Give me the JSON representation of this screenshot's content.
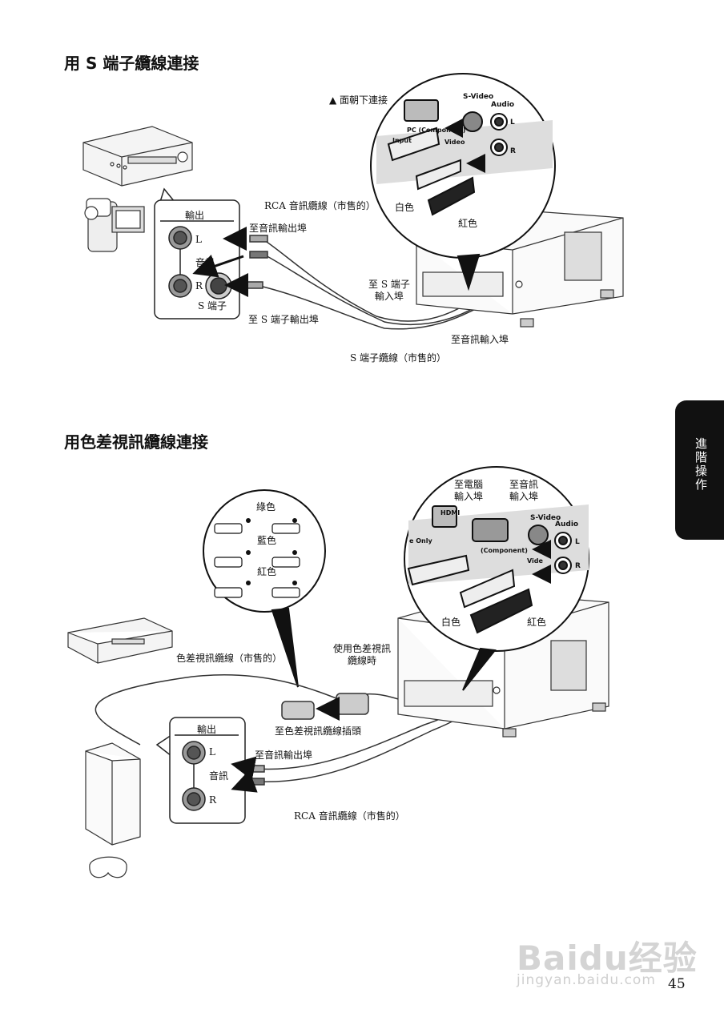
{
  "section1": {
    "title": "用 S 端子纜線連接",
    "face_down": "▲ 面朝下連接",
    "white": "白色",
    "red": "紅色",
    "rca_cable": "RCA 音訊纜線（市售的）",
    "to_audio_out": "至音訊輸出埠",
    "panel_output": "輸出",
    "panel_L": "L",
    "panel_audio": "音訊",
    "panel_R": "R",
    "panel_s": "S 端子",
    "to_s_in": "至 S 端子\n輸入埠",
    "to_s_out": "至 S 端子輸出埠",
    "to_audio_in": "至音訊輸入埠",
    "s_cable": "S 端子纜線（市售的）",
    "jack_svideo": "S-Video",
    "jack_audio": "Audio",
    "jack_component": "PC (Component)",
    "jack_input": "Input",
    "jack_video": "Video",
    "jack_L": "L",
    "jack_R": "R"
  },
  "section2": {
    "title": "用色差視訊纜線連接",
    "to_pc_in": "至電腦\n輸入埠",
    "to_audio_in": "至音訊\n輸入埠",
    "green": "綠色",
    "blue": "藍色",
    "red": "紅色",
    "white": "白色",
    "red2": "紅色",
    "comp_cable": "色差視訊纜線（市售的）",
    "when_using": "使用色差視訊\n纜線時",
    "to_comp_plug": "至色差視訊纜線插頭",
    "panel_output": "輸出",
    "panel_L": "L",
    "panel_audio": "音訊",
    "panel_R": "R",
    "to_audio_out": "至音訊輸出埠",
    "rca_cable": "RCA 音訊纜線（市售的）",
    "jack_hdmi": "HDMI",
    "jack_svideo": "S-Video",
    "jack_audio": "Audio",
    "jack_component": "(Component)",
    "jack_only": "e Only",
    "jack_video": "Vide",
    "jack_L": "L",
    "jack_R": "R"
  },
  "side_tab": "進階操作",
  "page_number": "45",
  "watermark": {
    "logo": "Baidu经验",
    "url": "jingyan.baidu.com"
  }
}
